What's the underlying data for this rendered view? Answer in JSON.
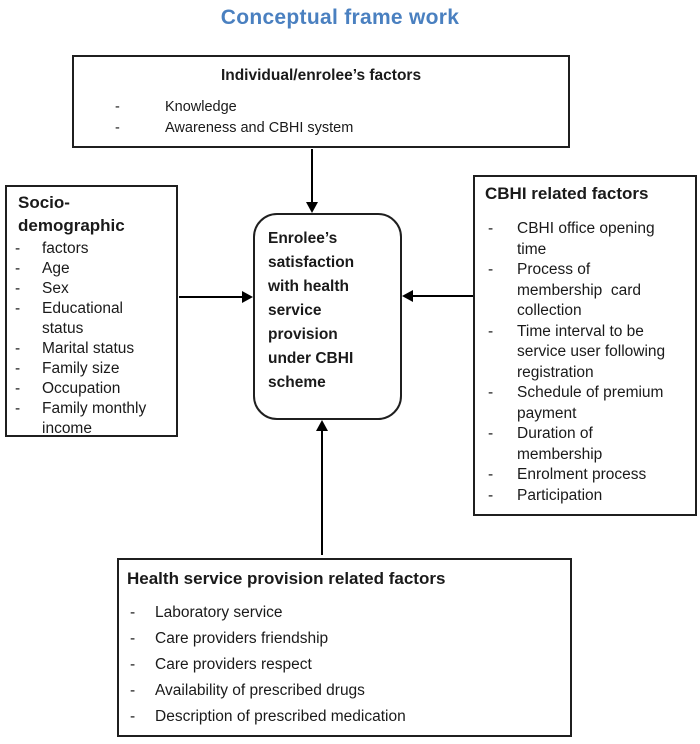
{
  "title": "Conceptual frame work",
  "title_color": "#4a80c0",
  "bullet": "-",
  "boxes": {
    "top": {
      "heading": "Individual/enrolee’s factors",
      "items": [
        "Knowledge",
        "Awareness and CBHI system"
      ]
    },
    "left": {
      "heading": "Socio-\ndemographic",
      "items": [
        "factors",
        "Age",
        "Sex",
        "Educational status",
        "Marital status",
        "Family size",
        "Occupation",
        "Family monthly income"
      ]
    },
    "center": {
      "text": "Enrolee’s\nsatisfaction\nwith health\nservice\nprovision\nunder CBHI\nscheme"
    },
    "right": {
      "heading": "CBHI related factors",
      "items": [
        "CBHI office opening\ntime",
        "Process of\nmembership  card\ncollection",
        "Time interval to be\nservice user following\nregistration",
        "Schedule of premium\npayment",
        "Duration of\nmembership",
        "Enrolment process",
        "Participation"
      ]
    },
    "bottom": {
      "heading": "Health service provision related factors",
      "items": [
        "Laboratory service",
        "Care providers friendship",
        "Care providers respect",
        "Availability of prescribed drugs",
        "Description of prescribed medication"
      ]
    }
  }
}
